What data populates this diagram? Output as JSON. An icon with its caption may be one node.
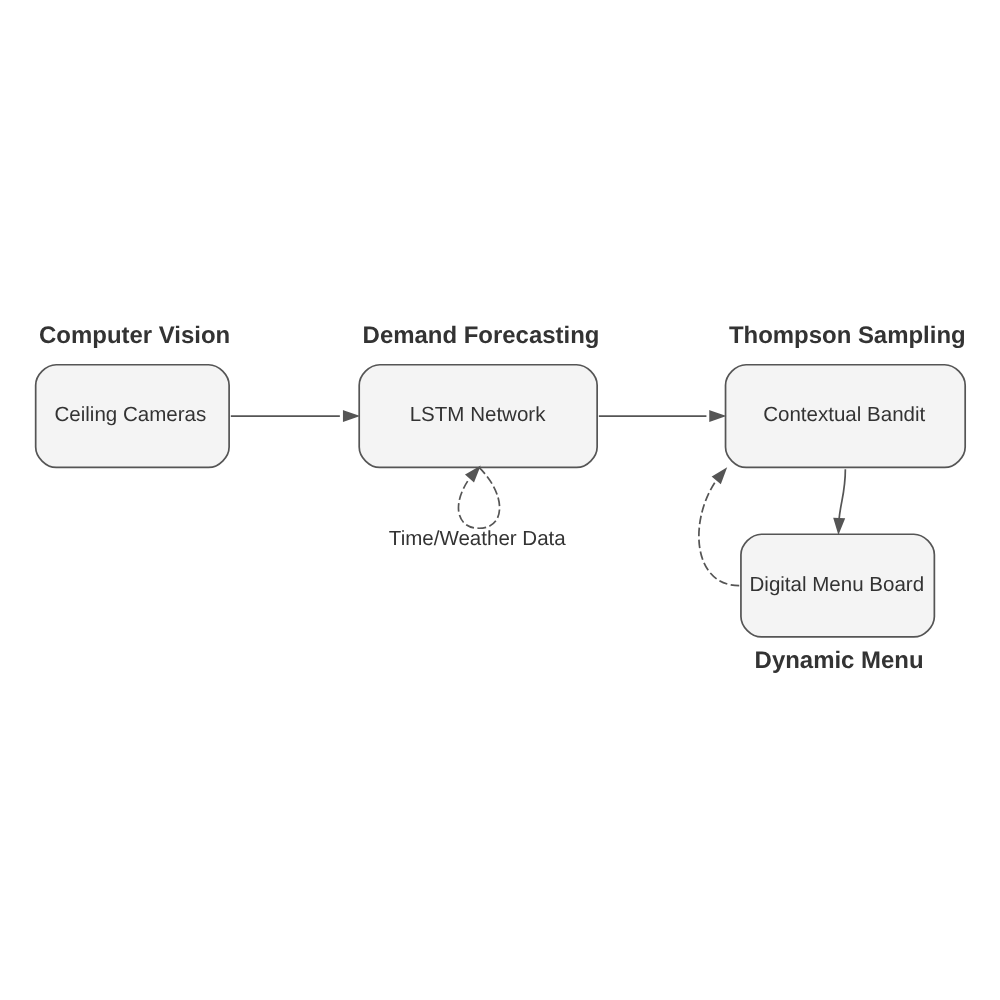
{
  "diagram": {
    "nodes": [
      {
        "text": [
          "Computer Vision",
          "Ceiling Cameras"
        ]
      },
      {
        "text": [
          "Demand Forecasting",
          "LSTM Network"
        ]
      },
      {
        "text": [
          "Thompson Sampling",
          "Contextual Bandit"
        ]
      },
      {
        "text": [
          "Digital Menu Board",
          "Dynamic Menu"
        ]
      }
    ],
    "edges": [
      {
        "from": 0,
        "to": 1,
        "arrow": "to"
      },
      {
        "from": 1,
        "to": 2,
        "arrow": "to"
      },
      {
        "from": 2,
        "to": 3,
        "arrow": "to"
      },
      {
        "from": 1,
        "to": 1,
        "arrow": "to",
        "label": "Time/Weather Data",
        "style": "dashed"
      },
      {
        "from": 3,
        "to": 2,
        "arrow": "to",
        "style": "dashed"
      }
    ]
  }
}
